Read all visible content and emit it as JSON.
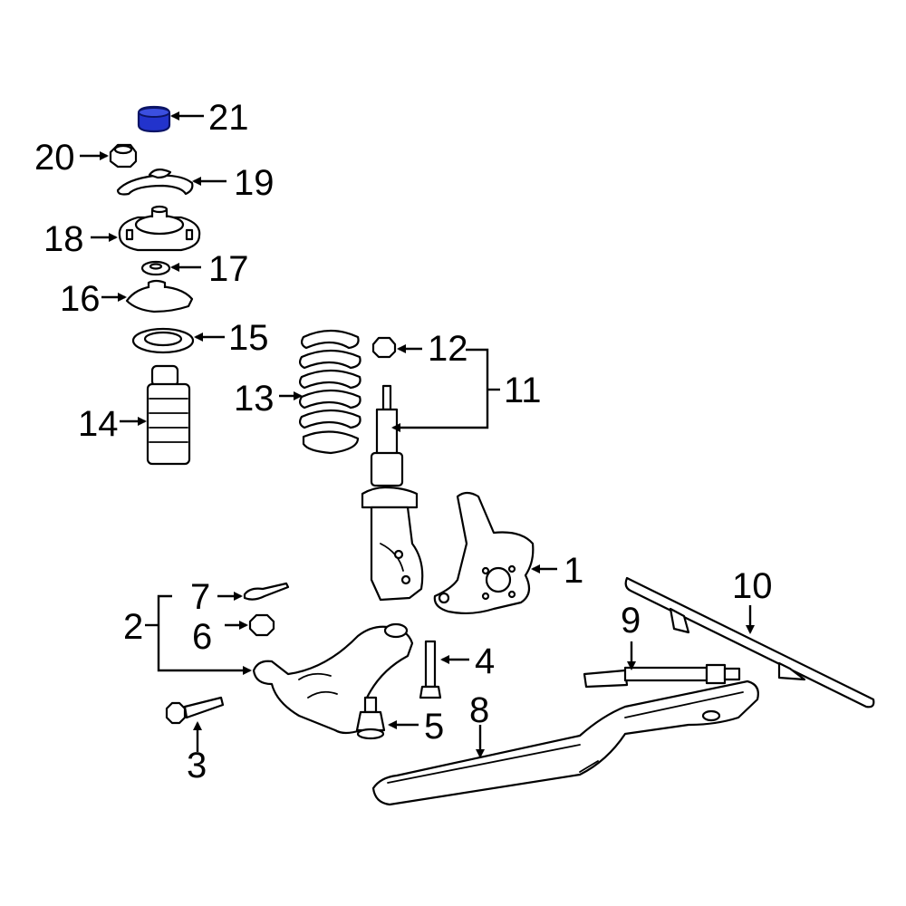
{
  "callouts": {
    "c1": "1",
    "c2": "2",
    "c3": "3",
    "c4": "4",
    "c5": "5",
    "c6": "6",
    "c7": "7",
    "c8": "8",
    "c9": "9",
    "c10": "10",
    "c11": "11",
    "c12": "12",
    "c13": "13",
    "c14": "14",
    "c15": "15",
    "c16": "16",
    "c17": "17",
    "c18": "18",
    "c19": "19",
    "c20": "20",
    "c21": "21"
  },
  "highlight_color": "#2233cc"
}
